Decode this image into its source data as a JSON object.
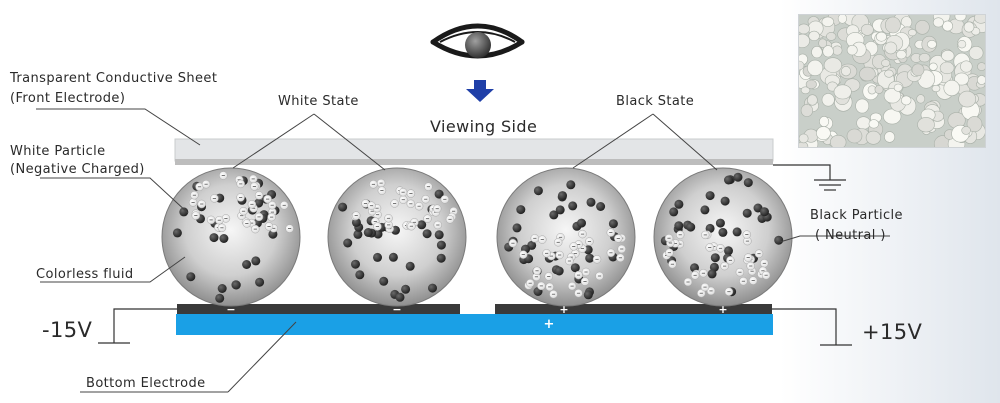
{
  "labels": {
    "transparent_sheet_line1": "Transparent Conductive Sheet",
    "transparent_sheet_line2": "(Front Electrode)",
    "white_particle_line1": "White Particle",
    "white_particle_line2": "(Negative Charged)",
    "white_state": "White State",
    "black_state": "Black State",
    "viewing_side": "Viewing Side",
    "black_particle_line1": "Black Particle",
    "black_particle_line2": "( Neutral )",
    "colorless_fluid": "Colorless fluid",
    "minus_voltage": "-15V",
    "plus_voltage": "+15V",
    "bottom_electrode": "Bottom Electrode"
  },
  "electrode_signs": {
    "left": [
      "−",
      "−"
    ],
    "right": [
      "+",
      "+"
    ],
    "bottom": "+"
  },
  "colors": {
    "bottom_electrode": "#1aa0e6",
    "front_sheet": "#e3e5e7",
    "black_particle": "#2c2c2c",
    "white_particle": "#f4f4f4",
    "arrow": "#1f3fa8"
  },
  "icons": [
    "eye-icon",
    "down-arrow-icon",
    "ground-icon"
  ]
}
